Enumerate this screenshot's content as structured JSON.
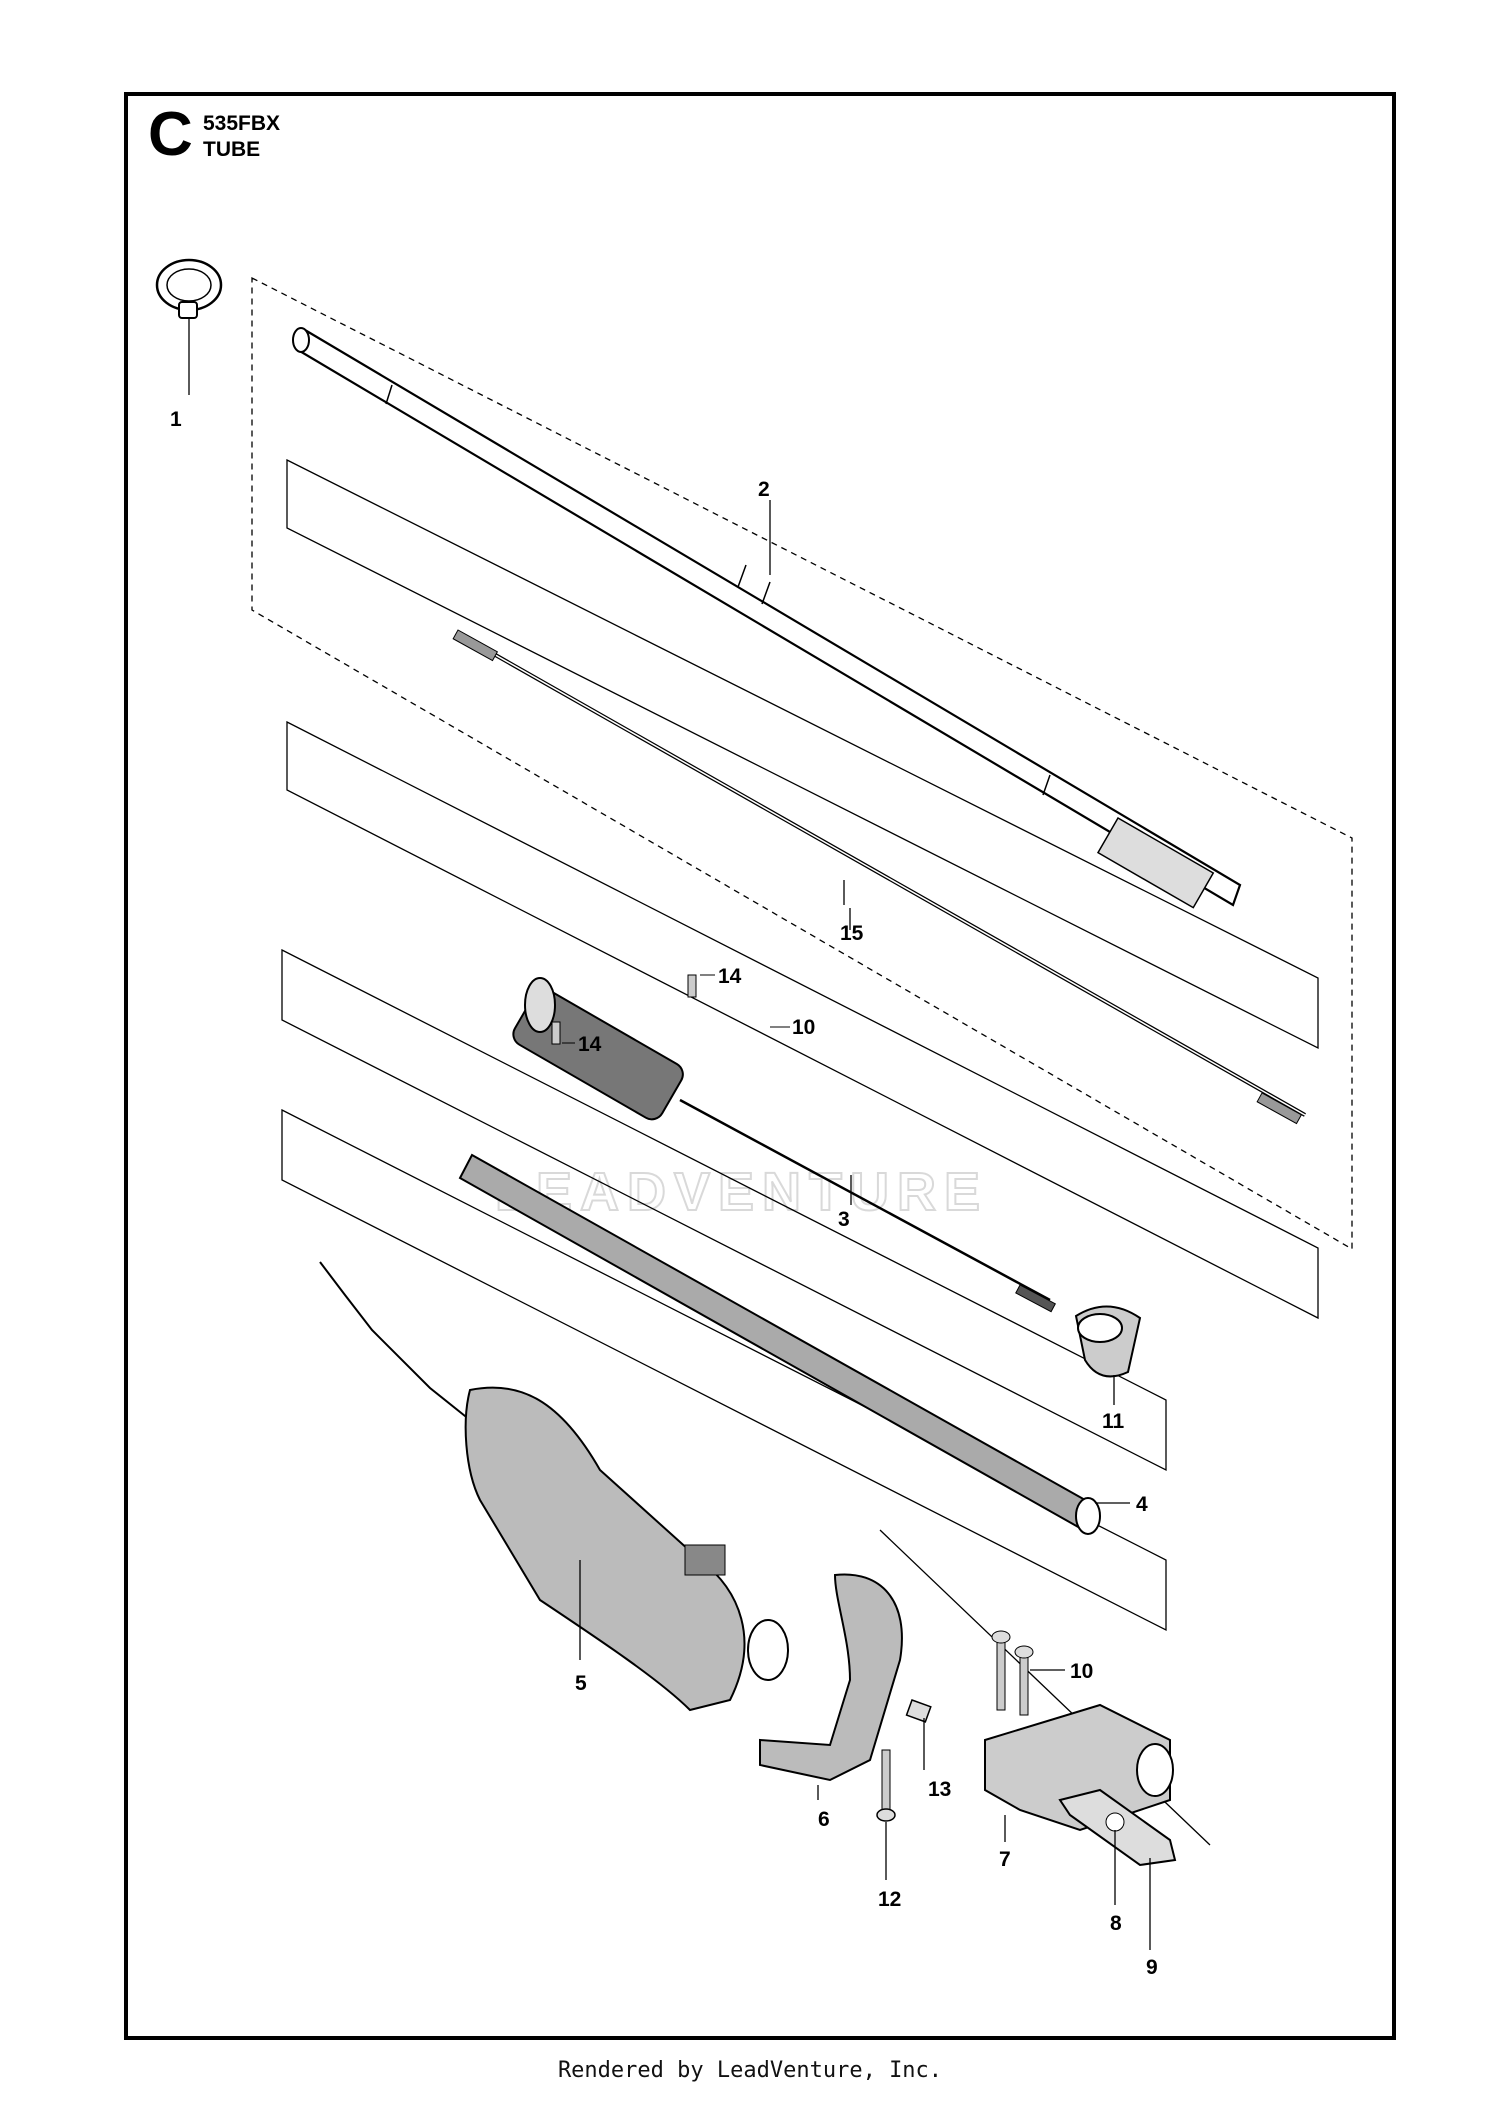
{
  "header": {
    "section_letter": "C",
    "model": "535FBX",
    "title": "TUBE"
  },
  "footer": "Rendered by LeadVenture, Inc.",
  "watermark": "LEADVENTURE",
  "callouts": [
    {
      "id": "c1",
      "label": "1"
    },
    {
      "id": "c2",
      "label": "2"
    },
    {
      "id": "c15",
      "label": "15"
    },
    {
      "id": "c14a",
      "label": "14"
    },
    {
      "id": "c10a",
      "label": "10"
    },
    {
      "id": "c14b",
      "label": "14"
    },
    {
      "id": "c3",
      "label": "3"
    },
    {
      "id": "c11",
      "label": "11"
    },
    {
      "id": "c4",
      "label": "4"
    },
    {
      "id": "c5",
      "label": "5"
    },
    {
      "id": "c10b",
      "label": "10"
    },
    {
      "id": "c13",
      "label": "13"
    },
    {
      "id": "c6",
      "label": "6"
    },
    {
      "id": "c7",
      "label": "7"
    },
    {
      "id": "c12",
      "label": "12"
    },
    {
      "id": "c8",
      "label": "8"
    },
    {
      "id": "c9",
      "label": "9"
    }
  ]
}
